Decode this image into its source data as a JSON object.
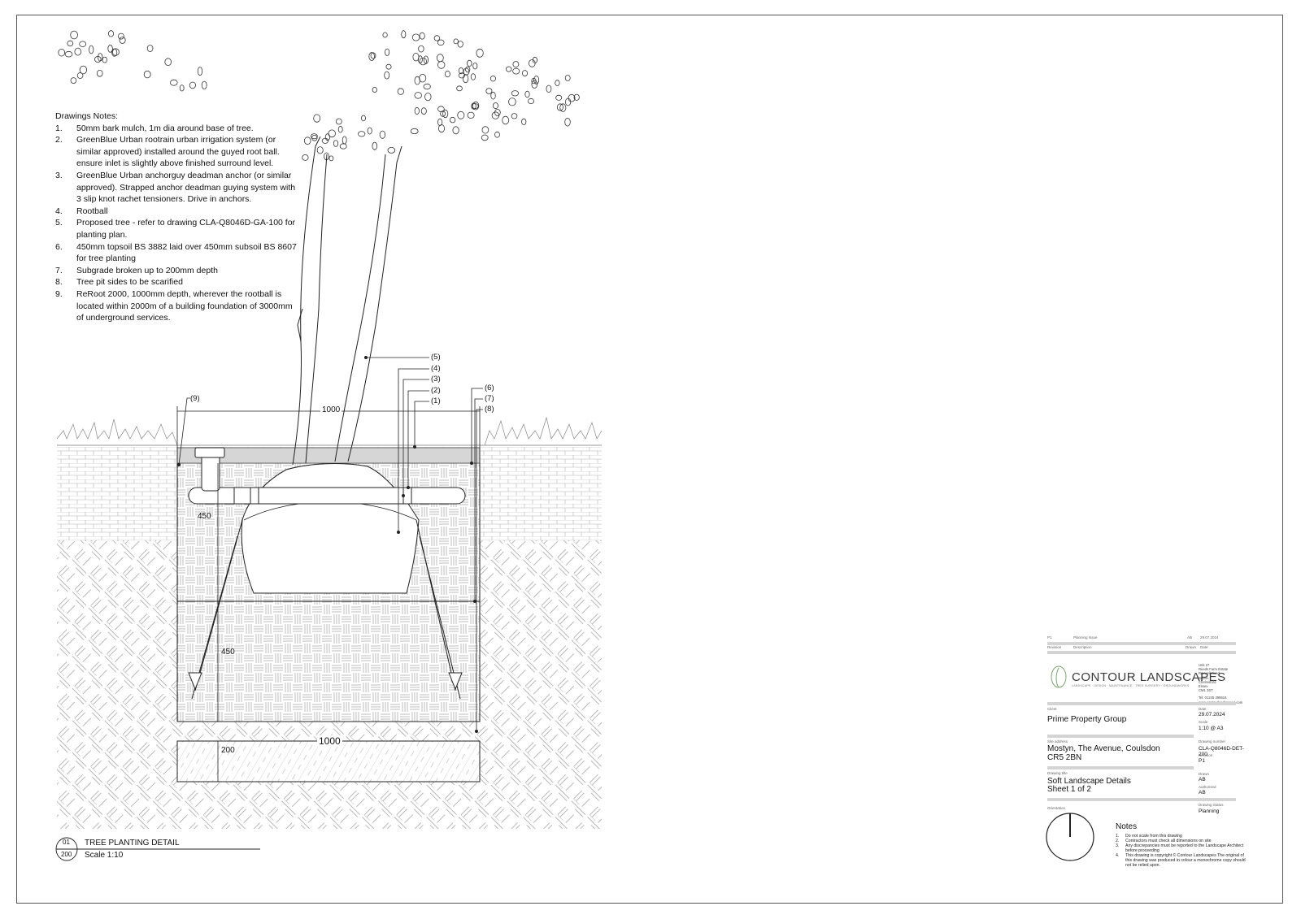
{
  "drawing_notes": {
    "header": "Drawings Notes:",
    "items": [
      {
        "n": "1.",
        "text": "50mm bark mulch, 1m dia around base of tree."
      },
      {
        "n": "2.",
        "text": "GreenBlue Urban rootrain urban irrigation system (or similar approved) installed around the guyed root ball. ensure inlet is slightly above finished surround level."
      },
      {
        "n": "3.",
        "text": "GreenBlue Urban anchorguy deadman anchor (or similar approved). Strapped anchor deadman guying system with 3 slip knot rachet tensioners. Drive in anchors."
      },
      {
        "n": "4.",
        "text": "Rootball"
      },
      {
        "n": "5.",
        "text": "Proposed tree - refer to drawing CLA-Q8046D-GA-100 for planting plan."
      },
      {
        "n": "6.",
        "text": "450mm topsoil BS 3882 laid over 450mm subsoil BS 8607 for tree planting"
      },
      {
        "n": "7.",
        "text": "Subgrade broken up to 200mm depth"
      },
      {
        "n": "8.",
        "text": "Tree pit sides to be scarified"
      },
      {
        "n": "9.",
        "text": "ReRoot 2000, 1000mm depth, wherever the rootball is located within 2000m of a building foundation of 3000mm of underground services."
      }
    ]
  },
  "callouts": {
    "c1": "(1)",
    "c2": "(2)",
    "c3": "(3)",
    "c4": "(4)",
    "c5": "(5)",
    "c6": "(6)",
    "c7": "(7)",
    "c8": "(8)",
    "c9": "(9)"
  },
  "dimensions": {
    "top_width": "1000",
    "bottom_width": "1000",
    "topsoil_depth": "450",
    "subsoil_depth": "450",
    "subgrade_depth": "200"
  },
  "detail_title": {
    "number": "01",
    "sheet_ref": "200",
    "name": "TREE PLANTING DETAIL",
    "scale": "Scale 1:10"
  },
  "title_block": {
    "rev_row": {
      "rev": "P1",
      "desc": "Planning Issue",
      "by": "AB",
      "date": "29.07.2024"
    },
    "rev_headers": {
      "rev": "Revision",
      "desc": "Description",
      "drawn": "Drawn",
      "date": "Date"
    },
    "company": "CONTOUR LANDSCAPES",
    "company_tagline": "LANDSCAPE · DESIGN · MAINTENANCE · TREE SURGERY · GROUNDWORKS",
    "address": [
      "Unit 27",
      "Reeds Farm Estate",
      "Roxwell Road",
      "Writtle,",
      "Chelmsford",
      "Essex",
      "CM1 3ST"
    ],
    "tel": "Tel: 01245 398616",
    "web": "www.contourlandscapes.com",
    "client_label": "Client",
    "client": "Prime Property Group",
    "site_label": "Site address",
    "site_line1": "Mostyn, The Avenue, Coulsdon",
    "site_line2": "CR5 2BN",
    "drawing_title_label": "Drawing title",
    "drawing_title_line1": "Soft Landscape Details",
    "drawing_title_line2": "Sheet 1 of 2",
    "orientation_label": "Orientation",
    "date_label": "Date",
    "date": "29.07.2024",
    "scale_label": "Scale",
    "scale": "1:10 @ A3",
    "drawing_number_label": "Drawing number",
    "drawing_number": "CLA-Q8046D-DET-200",
    "revision_label": "Revision",
    "revision": "P1",
    "drawn_label": "Drawn",
    "drawn": "AB",
    "authorised_label": "Authorised",
    "authorised": "AB",
    "status_label": "Drawing Status",
    "status": "Planning",
    "notes_header": "Notes",
    "notes": [
      {
        "n": "1.",
        "text": "Do not scale from this drawing"
      },
      {
        "n": "2.",
        "text": "Contractors must check all dimensions on site"
      },
      {
        "n": "3.",
        "text": "Any discrepancies must be reported to the Landscape Architect before proceeding"
      },
      {
        "n": "4.",
        "text": "This drawing is copyright © Contour Landscapes The original of this drawing was produced in colour a monochrome copy should not be relied upon."
      }
    ]
  },
  "colors": {
    "line": "#222222",
    "hatch": "#9a9a9a",
    "mulch": "#cfcfcf",
    "title_bar": "#d4d4d4",
    "logo_green": "#7aa86a"
  }
}
